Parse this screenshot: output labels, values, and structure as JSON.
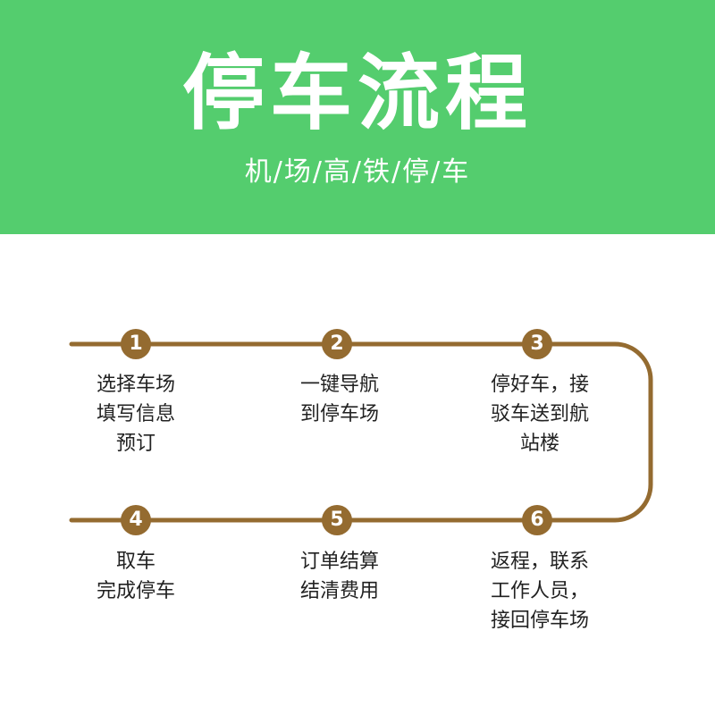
{
  "header": {
    "title": "停车流程",
    "subtitle": "机/场/高/铁/停/车"
  },
  "colors": {
    "header_bg": "#54cd6e",
    "accent": "#946b30",
    "text": "#222222"
  },
  "steps": [
    {
      "number": "1",
      "text": "选择车场\n填写信息\n预订"
    },
    {
      "number": "2",
      "text": "一键导航\n到停车场"
    },
    {
      "number": "3",
      "text": "停好车，接\n驳车送到航\n站楼"
    },
    {
      "number": "4",
      "text": "取车\n完成停车"
    },
    {
      "number": "5",
      "text": "订单结算\n结清费用"
    },
    {
      "number": "6",
      "text": "返程，联系\n工作人员，\n接回停车场"
    }
  ]
}
